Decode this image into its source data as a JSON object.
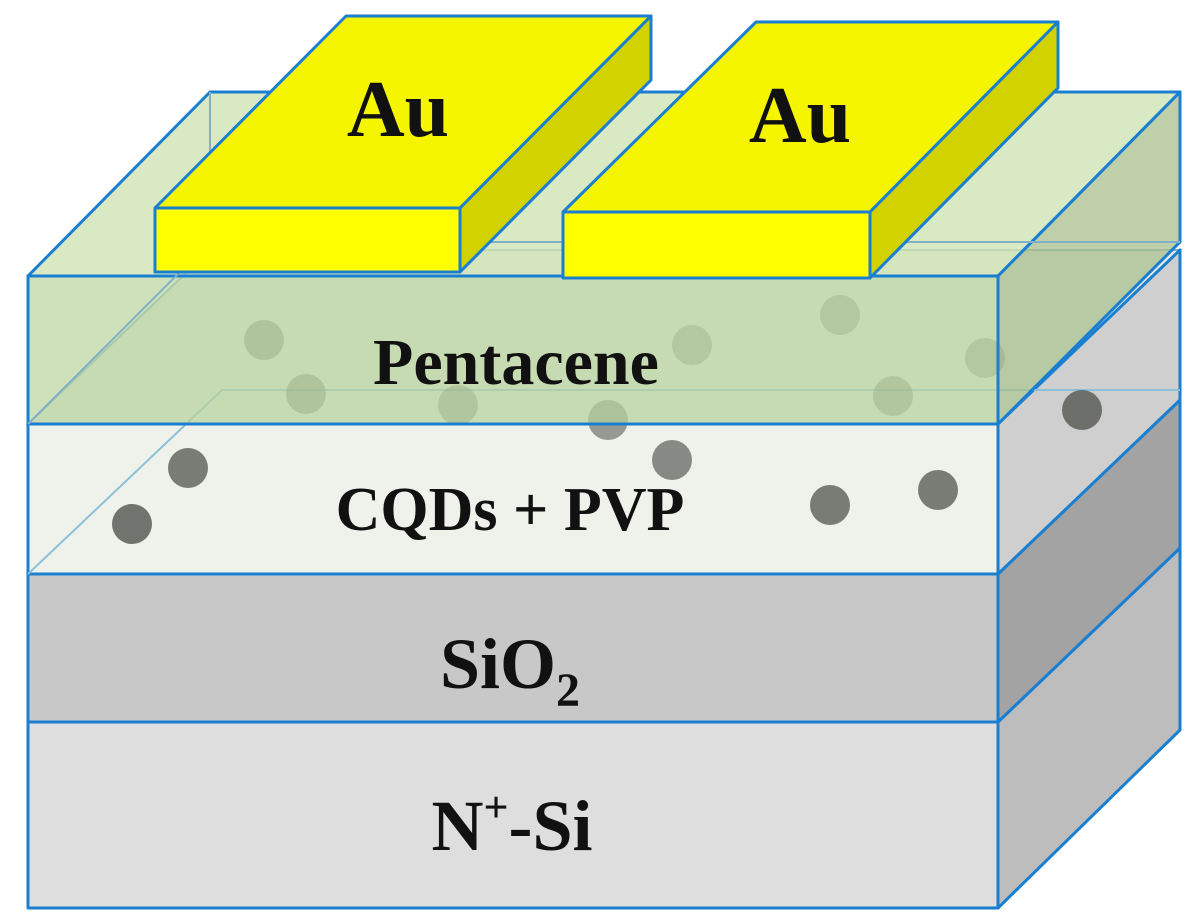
{
  "colors": {
    "edge": "#1a7fd0",
    "gold_top": "#f5f500",
    "gold_front": "#ffff00",
    "gold_side": "#d2d200",
    "pentacene": "#cfe4b4",
    "cqds_pvp": "#eef2ea",
    "sio2": "#c8c8c8",
    "n_si": "#dedede",
    "dot": "#5a5e58"
  },
  "layers": {
    "pentacene": {
      "label": "Pentacene"
    },
    "cqds_pvp": {
      "label": "CQDs + PVP"
    },
    "sio2": {
      "label_main": "SiO",
      "label_sub": "2"
    },
    "n_si": {
      "label_main": "N",
      "label_sup": "+",
      "label_rest": "-Si"
    }
  },
  "electrodes": [
    {
      "label": "Au"
    },
    {
      "label": "Au"
    }
  ]
}
